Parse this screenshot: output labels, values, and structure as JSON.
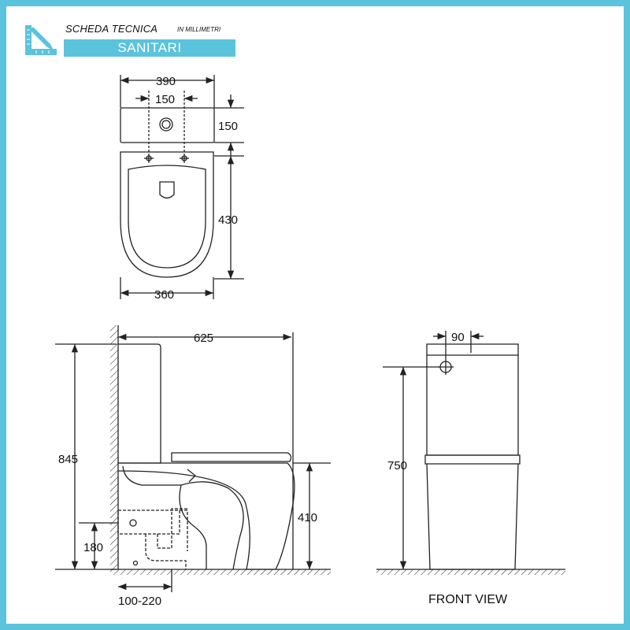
{
  "header": {
    "title": "SCHEDA TECNICA",
    "subtitle": "IN MILLIMETRI",
    "banner": "SANITARI"
  },
  "top_view": {
    "width_tank": "390",
    "hole_spacing": "150",
    "tank_depth": "150",
    "bowl_length": "430",
    "width_bowl": "360"
  },
  "side_view": {
    "total_length": "625",
    "total_height": "845",
    "seat_height": "410",
    "drain_height": "180",
    "drain_offset": "100-220"
  },
  "front_view": {
    "button_offset": "90",
    "height": "750",
    "caption": "FRONT VIEW"
  },
  "colors": {
    "accent": "#5bc3db",
    "line": "#222222"
  },
  "icons": {
    "logo": "pencil-ruler-icon"
  }
}
